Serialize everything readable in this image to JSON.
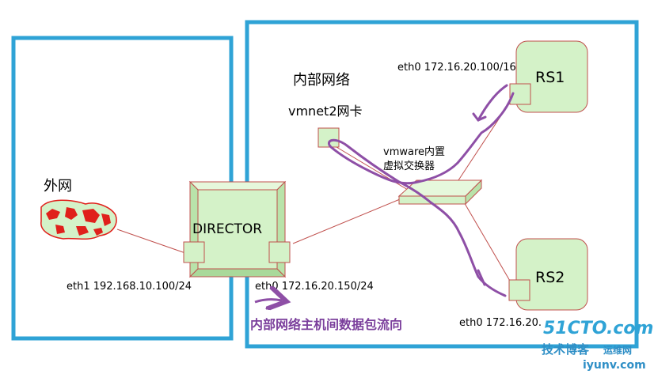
{
  "labels": {
    "external_net": "外网",
    "internal_net": "内部网络",
    "vmnet_card": "vmnet2网卡",
    "vswitch_line1": "vmware内置",
    "vswitch_line2": "虚拟交换器",
    "director": "DIRECTOR",
    "rs1": "RS1",
    "rs2": "RS2",
    "eth1_director": "eth1 192.168.10.100/24",
    "eth0_director": "eth0 172.16.20.150/24",
    "eth0_rs1": "eth0 172.16.20.100/16",
    "eth0_rs2": "eth0 172.16.20.",
    "flow_caption": "内部网络主机间数据包流向"
  },
  "watermark": {
    "brand": "51CTO.com",
    "subtitle": "技术博客",
    "subtitle2": "运维网",
    "site": "iyunv.com"
  },
  "colors": {
    "zone_border": "#2fa3d6",
    "node_fill": "#d4f2c8",
    "node_border": "#c0504d",
    "link": "#c0504d",
    "flow": "#8e4fa6"
  }
}
